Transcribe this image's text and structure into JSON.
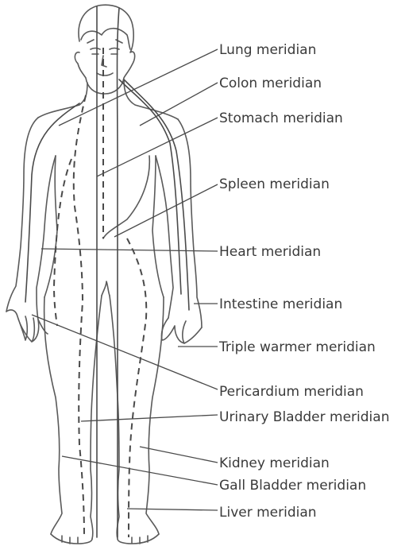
{
  "labels": [
    "Lung meridian",
    "Colon meridian",
    "Stomach meridian",
    "Spleen meridian",
    "Heart meridian",
    "Intestine meridian",
    "Triple warmer meridian",
    "Pericardium meridian",
    "Urinary Bladder meridian",
    "Kidney meridian",
    "Gall Bladder meridian",
    "Liver meridian"
  ]
}
